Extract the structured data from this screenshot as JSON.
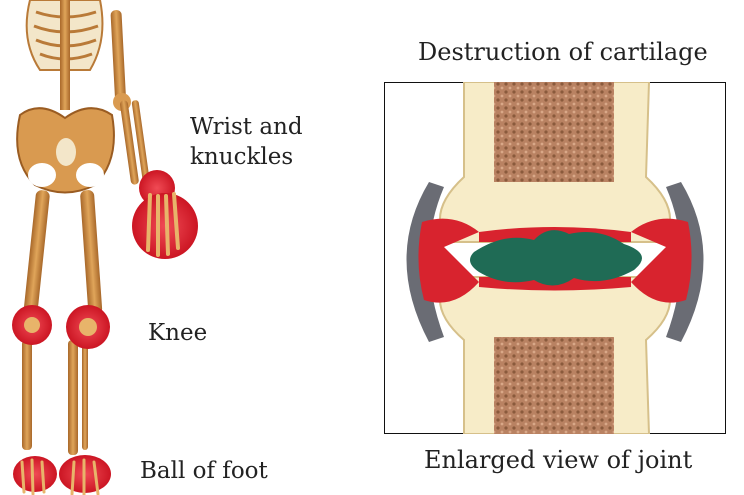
{
  "labels": {
    "wrist_line1": "Wrist and",
    "wrist_line2": "knuckles",
    "knee": "Knee",
    "ball_of_foot": "Ball of foot"
  },
  "joint_panel": {
    "title": "Destruction of cartilage",
    "caption": "Enlarged view of joint"
  },
  "colors": {
    "bone": "#c98a3e",
    "bone_light": "#f7ecc8",
    "inflammation": "#d8232e",
    "cartilage_gap": "#1f6b55",
    "ligament": "#6a6c74",
    "trabecular": "#a87452"
  }
}
